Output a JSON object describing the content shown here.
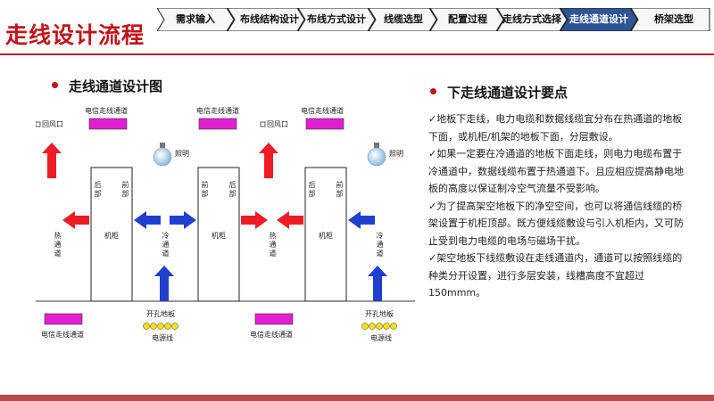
{
  "page_title": "走线设计流程",
  "process_steps": [
    {
      "label": "需求输入",
      "active": false
    },
    {
      "label": "布线结构设计",
      "active": false
    },
    {
      "label": "布线方式设计",
      "active": false
    },
    {
      "label": "线缆选型",
      "active": false
    },
    {
      "label": "配置过程",
      "active": false
    },
    {
      "label": "走线方式选择",
      "active": false
    },
    {
      "label": "走线通道设计",
      "active": true
    },
    {
      "label": "桥架选型",
      "active": false
    }
  ],
  "diagram": {
    "heading": "走线通道设计图",
    "vent_label": "回风口",
    "lighting_label": "照明",
    "telecom_tray_label": "电信走线通道",
    "perforated_floor_label": "开孔地板",
    "power_cable_label": "电源线",
    "cabinet_label": "机柜",
    "rear_label": "后部",
    "front_label": "前部",
    "hot_aisle_label": "热通道",
    "cold_aisle_label": "冷通道"
  },
  "notes": {
    "heading": "下走线通道设计要点",
    "items": [
      "✓地板下走线，电力电缆和数据线缆宜分布在热通道的地板下面，或机柜/机架的地板下面，分层敷设。",
      "✓如果一定要在冷通道的地板下面走线，则电力电缆布置于冷通道中，数据线缆布置于热通道下。且应相应提高静电地板的高度以保证制冷空气流量不受影响。",
      "✓为了提高架空地板下的净空空间，也可以将通信线缆的桥架设置于机柜顶部。既方便线缆敷设与引入机柜内，又可防止受到电力电缆的电场与磁场干扰。",
      "✓架空地板下线缆敷设在走线通道内，通道可以按照线缆的种类分开设置，进行多层安装，线槽高度不宜超过150mmm。"
    ]
  },
  "colors": {
    "brand_red": "#c0141b",
    "hot_arrow": "#ee1c24",
    "cold_arrow": "#1f3fcf",
    "telecom_tray": "#e21ed2",
    "power_dot": "#f5e100",
    "active_step": "#2f5597"
  }
}
